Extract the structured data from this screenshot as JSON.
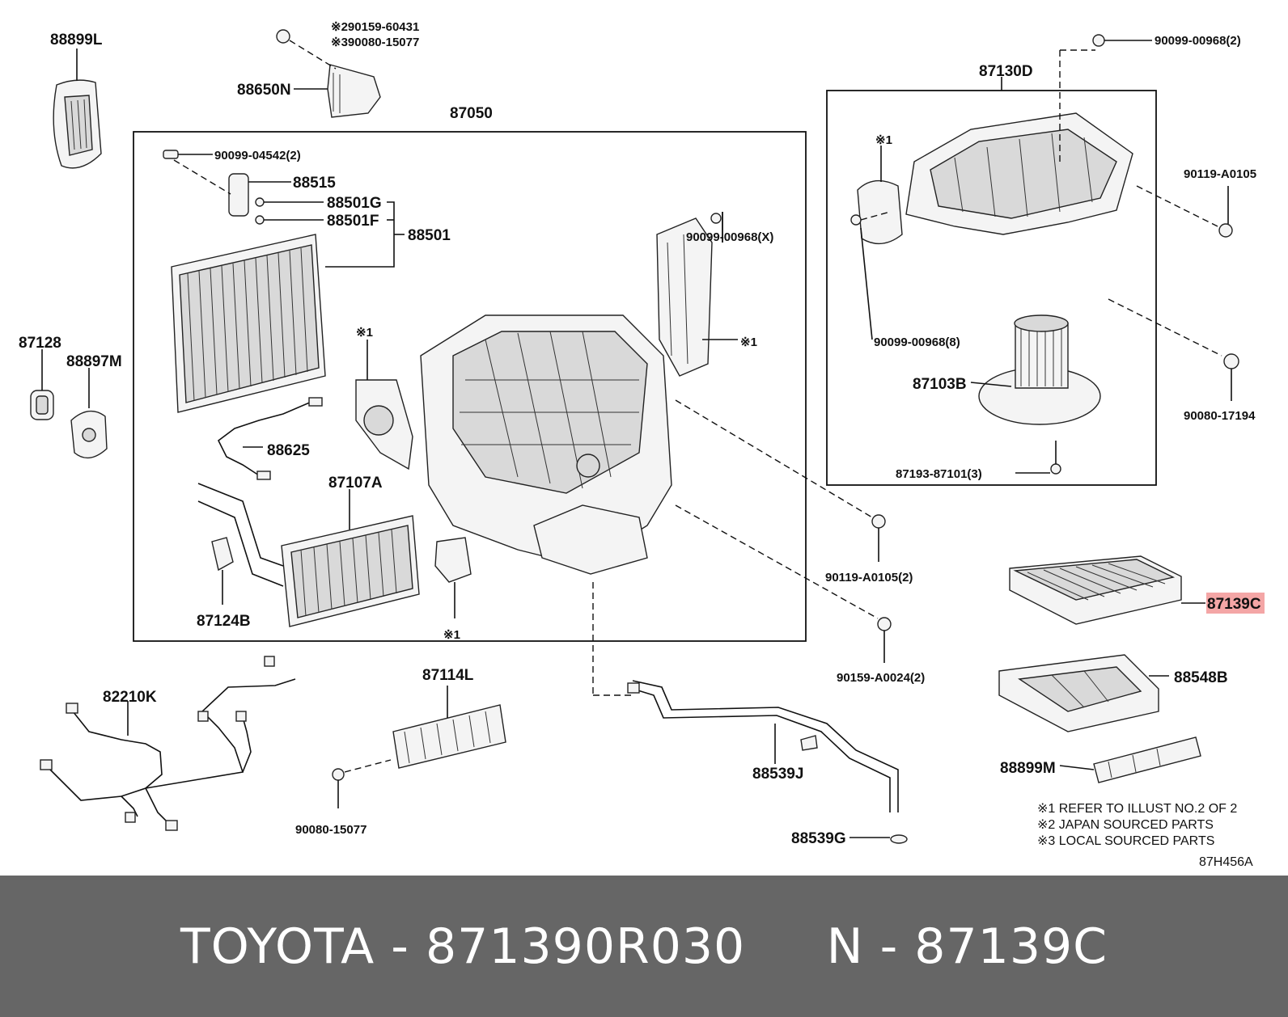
{
  "labels": {
    "p88899L": "88899L",
    "p90159_60431": "※290159-60431",
    "p90080_15077a": "※390080-15077",
    "p88650N": "88650N",
    "p87050": "87050",
    "p90099_04542": "90099-04542(2)",
    "p88515": "88515",
    "p88501G": "88501G",
    "p88501F": "88501F",
    "p88501": "88501",
    "p90099_00968X": "90099-00968(X)",
    "ref1a": "※1",
    "ref1b": "※1",
    "ref1c": "※1",
    "ref1d": "※1",
    "p87128": "87128",
    "p88897M": "88897M",
    "p88625": "88625",
    "p87107A": "87107A",
    "p87124B": "87124B",
    "p90099_00968_2": "90099-00968(2)",
    "p87130D": "87130D",
    "p90119_A0105": "90119-A0105",
    "p90099_00968_8": "90099-00968(8)",
    "p87103B": "87103B",
    "p90080_17194": "90080-17194",
    "p87193_87101": "87193-87101(3)",
    "p90119_A0105_2": "90119-A0105(2)",
    "p87139C": "87139C",
    "p90159_A0024": "90159-A0024(2)",
    "p88548B": "88548B",
    "p82210K": "82210K",
    "p87114L": "87114L",
    "p88539J": "88539J",
    "p88899M": "88899M",
    "p90080_15077b": "90080-15077",
    "p88539G": "88539G",
    "note1": "※1 REFER TO ILLUST NO.2 OF 2",
    "note2": "※2 JAPAN SOURCED PARTS",
    "note3": "※3 LOCAL SOURCED PARTS",
    "code": "87H456A"
  },
  "highlight_color": "#f4a6a6",
  "footer": {
    "brand": "TOYOTA",
    "sep1": " - ",
    "part_number": "871390R030",
    "gap": "     ",
    "ref_prefix": "N",
    "sep2": " - ",
    "ref_code": "87139C"
  },
  "colors": {
    "footer_bg": "#666666",
    "footer_text": "#ffffff"
  }
}
